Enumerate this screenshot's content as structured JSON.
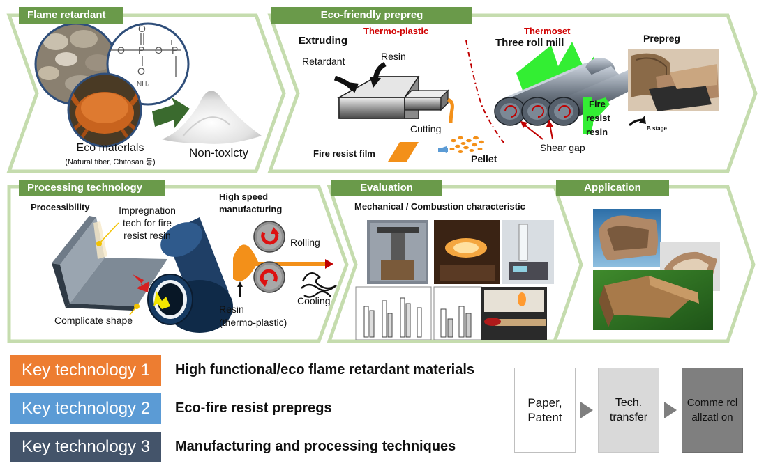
{
  "panels": {
    "flame_retardant": {
      "tag": "Flame retardant",
      "eco_materials": "Eco materlals",
      "eco_note": "(Natural fiber, Chitosan 등)",
      "non_toxicity": "Non-toxlcty",
      "nh4": "NH₄"
    },
    "eco_prepreg": {
      "tag": "Eco-friendly prepreg",
      "thermo_plastic": "Thermo-plastic",
      "thermoset": "Thermoset",
      "extruding": "Extruding",
      "retardant": "Retardant",
      "resin": "Resin",
      "cutting": "Cutting",
      "fire_resist_film": "Fire resist film",
      "pellet": "Pellet",
      "three_roll_mill": "Three roll mill",
      "fire_resist_resin_1": "Fire",
      "fire_resist_resin_2": "resist",
      "fire_resist_resin_3": "resin",
      "shear_gap": "Shear gap",
      "prepreg": "Prepreg",
      "b_stage": "B stage"
    },
    "processing": {
      "tag": "Processing technology",
      "processibility": "Processibility",
      "impregnation_1": "Impregnation",
      "impregnation_2": "tech for fire",
      "impregnation_3": "resist resin",
      "complicate_shape": "Complicate shape",
      "high_speed_1": "High speed",
      "high_speed_2": "manufacturing",
      "rolling": "Rolling",
      "cooling": "Cooling",
      "resin": "Resin",
      "thermo_plastic": "(thermo-plastic)"
    },
    "evaluation": {
      "tag": "Evaluation",
      "subtitle": "Mechanical / Combustion characteristic"
    },
    "application": {
      "tag": "Application"
    }
  },
  "key_technologies": [
    {
      "label": "Key technology 1",
      "text": "High functional/eco flame retardant materials",
      "color": "#ed7d31"
    },
    {
      "label": "Key technology 2",
      "text": "Eco-fire resist prepregs",
      "color": "#5b9bd5"
    },
    {
      "label": "Key technology 3",
      "text": "Manufacturing and processing techniques",
      "color": "#44546a"
    }
  ],
  "flow": {
    "step1": "Paper, Patent",
    "step2": "Tech. transfer",
    "step3": "Comme rclallzatl on"
  },
  "colors": {
    "panel_border": "#c5dcae",
    "tag_green": "#6a9a4a",
    "thermo_red": "#d00000",
    "resin_green": "#33ee33",
    "orange": "#f39019"
  }
}
